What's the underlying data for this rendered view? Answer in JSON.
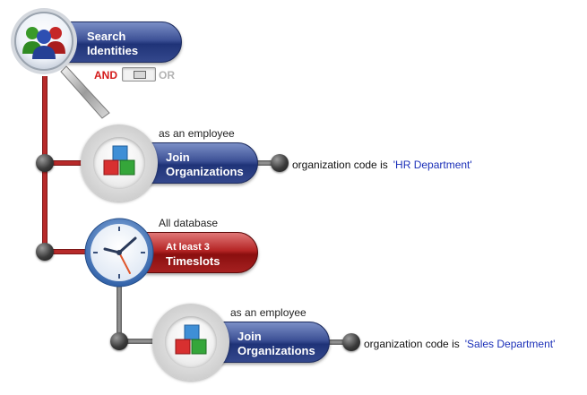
{
  "search_node": {
    "label_line1": "Search",
    "label_line2": "Identities",
    "icon": "users-magnifier-icon",
    "combinator": {
      "and_label": "AND",
      "or_label": "OR",
      "selected": "AND"
    }
  },
  "nodes": [
    {
      "type": "join",
      "caption": "as an employee",
      "label_line1": "Join",
      "label_line2": "Organizations",
      "icon": "gear-cubes-icon",
      "condition": {
        "field": "organization code is",
        "value": "'HR Department'"
      }
    },
    {
      "type": "time",
      "caption": "All database",
      "label_line1": "At least 3",
      "label_line2": "Timeslots",
      "icon": "clock-icon"
    },
    {
      "type": "join",
      "caption": "as an employee",
      "label_line1": "Join",
      "label_line2": "Organizations",
      "icon": "gear-cubes-icon",
      "condition": {
        "field": "organization code is",
        "value": "'Sales Department'"
      }
    }
  ],
  "colors": {
    "active_connector": "#b72a2a",
    "inactive_connector": "#7a7a7a",
    "join_pill": "#2c4086",
    "time_pill": "#a31a1a",
    "condition_value": "#1a2fb8",
    "and": "#d41a1a",
    "or": "#b3b3b3"
  }
}
